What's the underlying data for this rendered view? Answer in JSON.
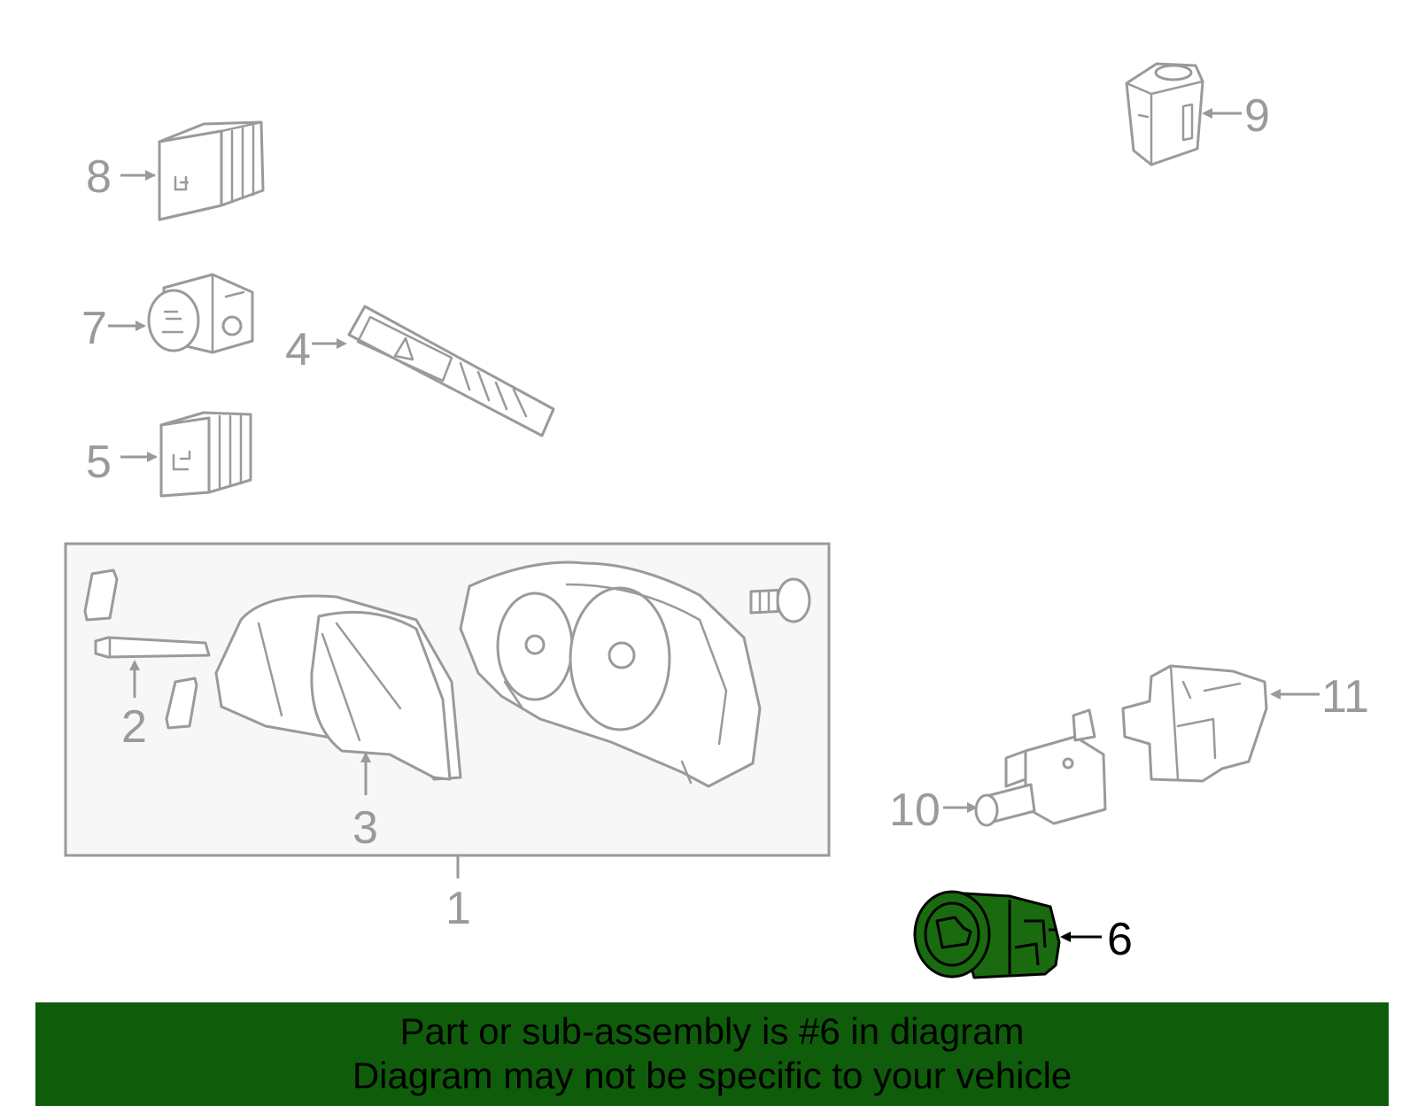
{
  "callouts": {
    "c1": "1",
    "c2": "2",
    "c3": "3",
    "c4": "4",
    "c5": "5",
    "c6": "6",
    "c7": "7",
    "c8": "8",
    "c9": "9",
    "c10": "10",
    "c11": "11"
  },
  "highlighted_callout": "6",
  "colors": {
    "line": "#9a9a9a",
    "highlight_fill": "#1a6a0f",
    "banner_bg": "#0f5d0a",
    "box_bg": "#f7f7f7"
  },
  "banner": {
    "line1": "Part or sub-assembly is #6 in diagram",
    "line2": "Diagram may not be specific to your vehicle"
  }
}
